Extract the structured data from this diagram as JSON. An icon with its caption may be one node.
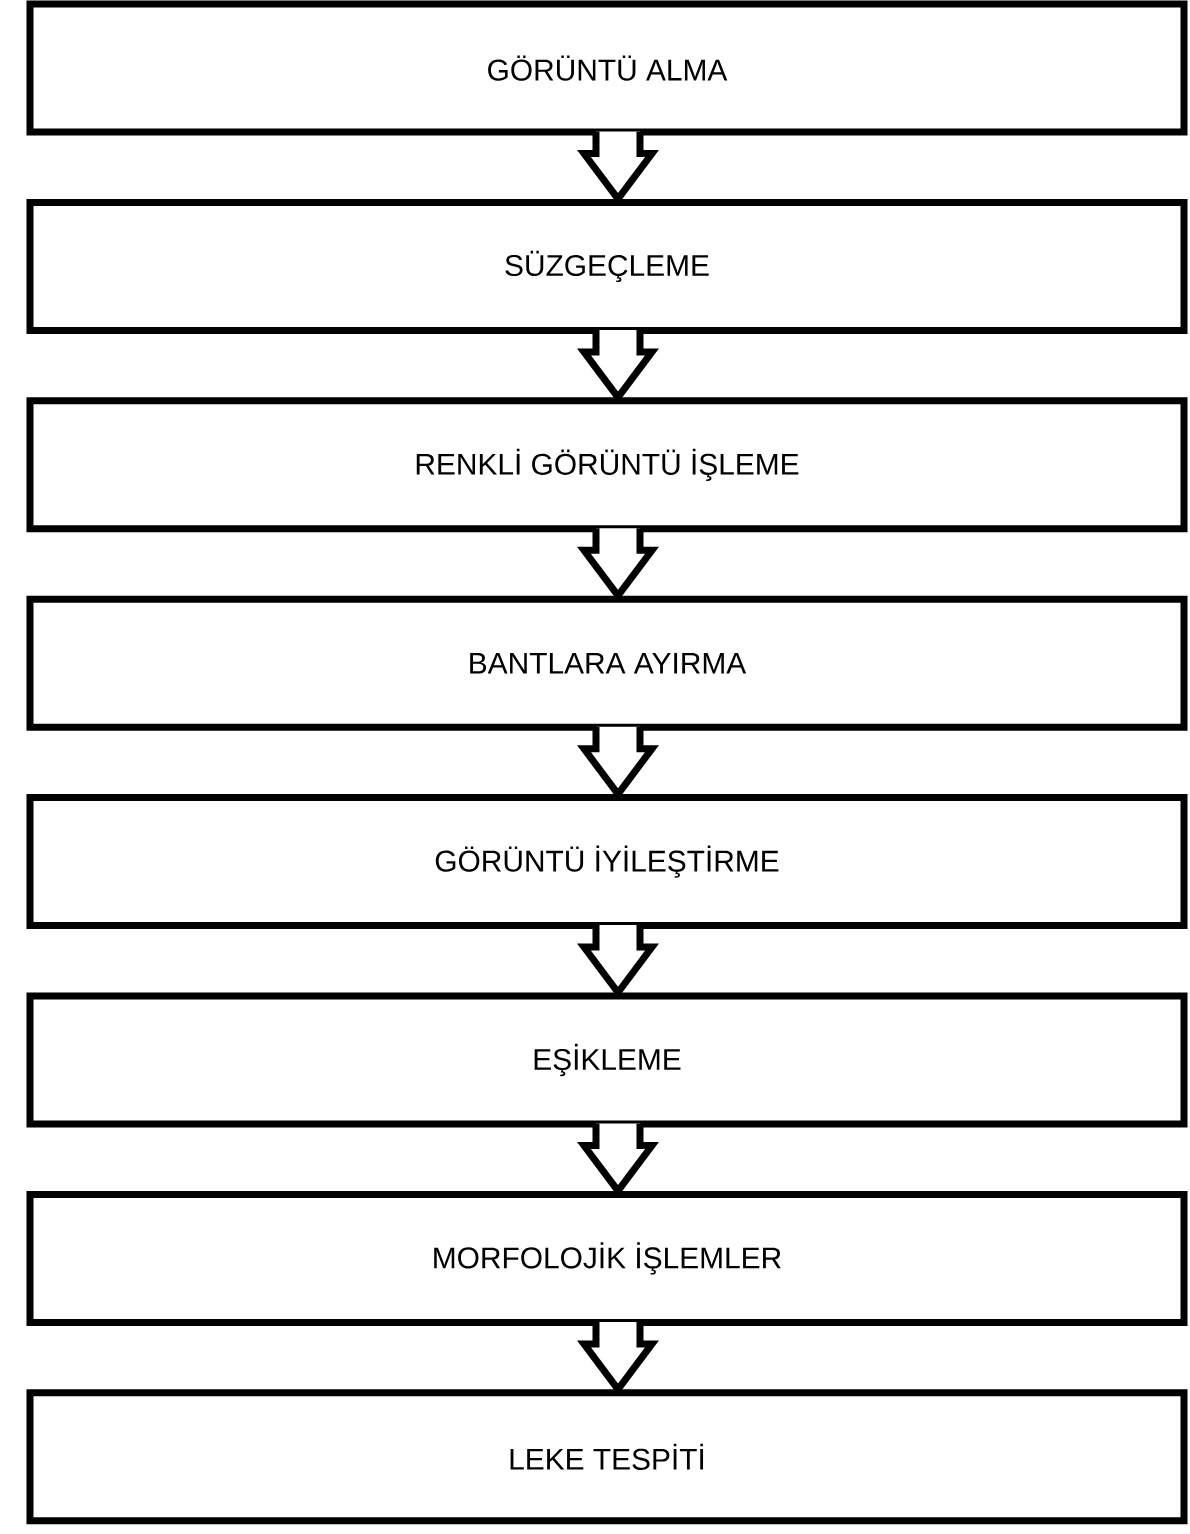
{
  "diagram": {
    "nodes": [
      {
        "text": [
          "GÖRÜNTÜ ALMA"
        ]
      },
      {
        "text": [
          "SÜZGEÇLEME"
        ]
      },
      {
        "text": [
          "RENKLİ GÖRÜNTÜ İŞLEME"
        ]
      },
      {
        "text": [
          "BANTLARA AYIRMA"
        ]
      },
      {
        "text": [
          "GÖRÜNTÜ İYİLEŞTİRME"
        ]
      },
      {
        "text": [
          "EŞİKLEME"
        ]
      },
      {
        "text": [
          "MORFOLOJİK İŞLEMLER"
        ]
      },
      {
        "text": [
          "LEKE TESPİTİ"
        ]
      }
    ],
    "edges": [
      {
        "from": 0,
        "to": 1,
        "arrow": "to"
      },
      {
        "from": 1,
        "to": 2,
        "arrow": "to"
      },
      {
        "from": 2,
        "to": 3,
        "arrow": "to"
      },
      {
        "from": 3,
        "to": 4,
        "arrow": "to"
      },
      {
        "from": 4,
        "to": 5,
        "arrow": "to"
      },
      {
        "from": 5,
        "to": 6,
        "arrow": "to"
      },
      {
        "from": 6,
        "to": 7,
        "arrow": "to"
      }
    ]
  }
}
